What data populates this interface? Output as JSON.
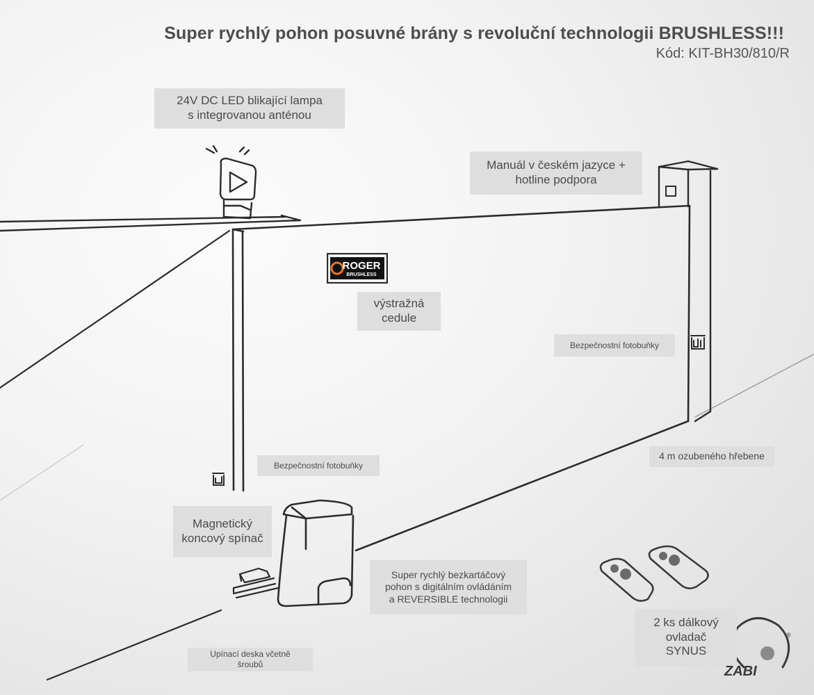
{
  "header": {
    "title": "Super rychlý pohon posuvné brány s revoluční technologii BRUSHLESS!!!",
    "code": "Kód: KIT-BH30/810/R"
  },
  "labels": {
    "lamp": "24V DC LED blikající lampa\ns integrovanou anténou",
    "manual": "Manuál v českém jazyce +\nhotline podpora",
    "sign": "výstražná\ncedule",
    "photocells_right": "Bezpečnostní fotobuňky",
    "photocells_left": "Bezpečnostní fotobuňky",
    "rack": "4 m ozubeného hřebene",
    "magnetic_switch": "Magnetický\nkoncový spínač",
    "motor": "Super rychlý bezkartáčový\npohon s digitálním ovládáním\na REVERSIBLE technologii",
    "plate": "Upínací deska včetně\nšroubů",
    "remotes": "2 ks dálkový\novladač\nSYNUS"
  },
  "sign_logo": {
    "line1": "ROGER",
    "line2": "BRUSHLESS"
  },
  "brand_logo": {
    "text": "ZABI",
    "mark": "®"
  },
  "colors": {
    "stroke": "#2b2b2b",
    "label_bg": "#dedede",
    "logo_orange": "#e8761e"
  },
  "icons": [
    "flashing-lamp-icon",
    "photocell-icon",
    "gate-motor-icon",
    "remote-control-icon",
    "limit-switch-icon",
    "rack-bracket-icon"
  ]
}
